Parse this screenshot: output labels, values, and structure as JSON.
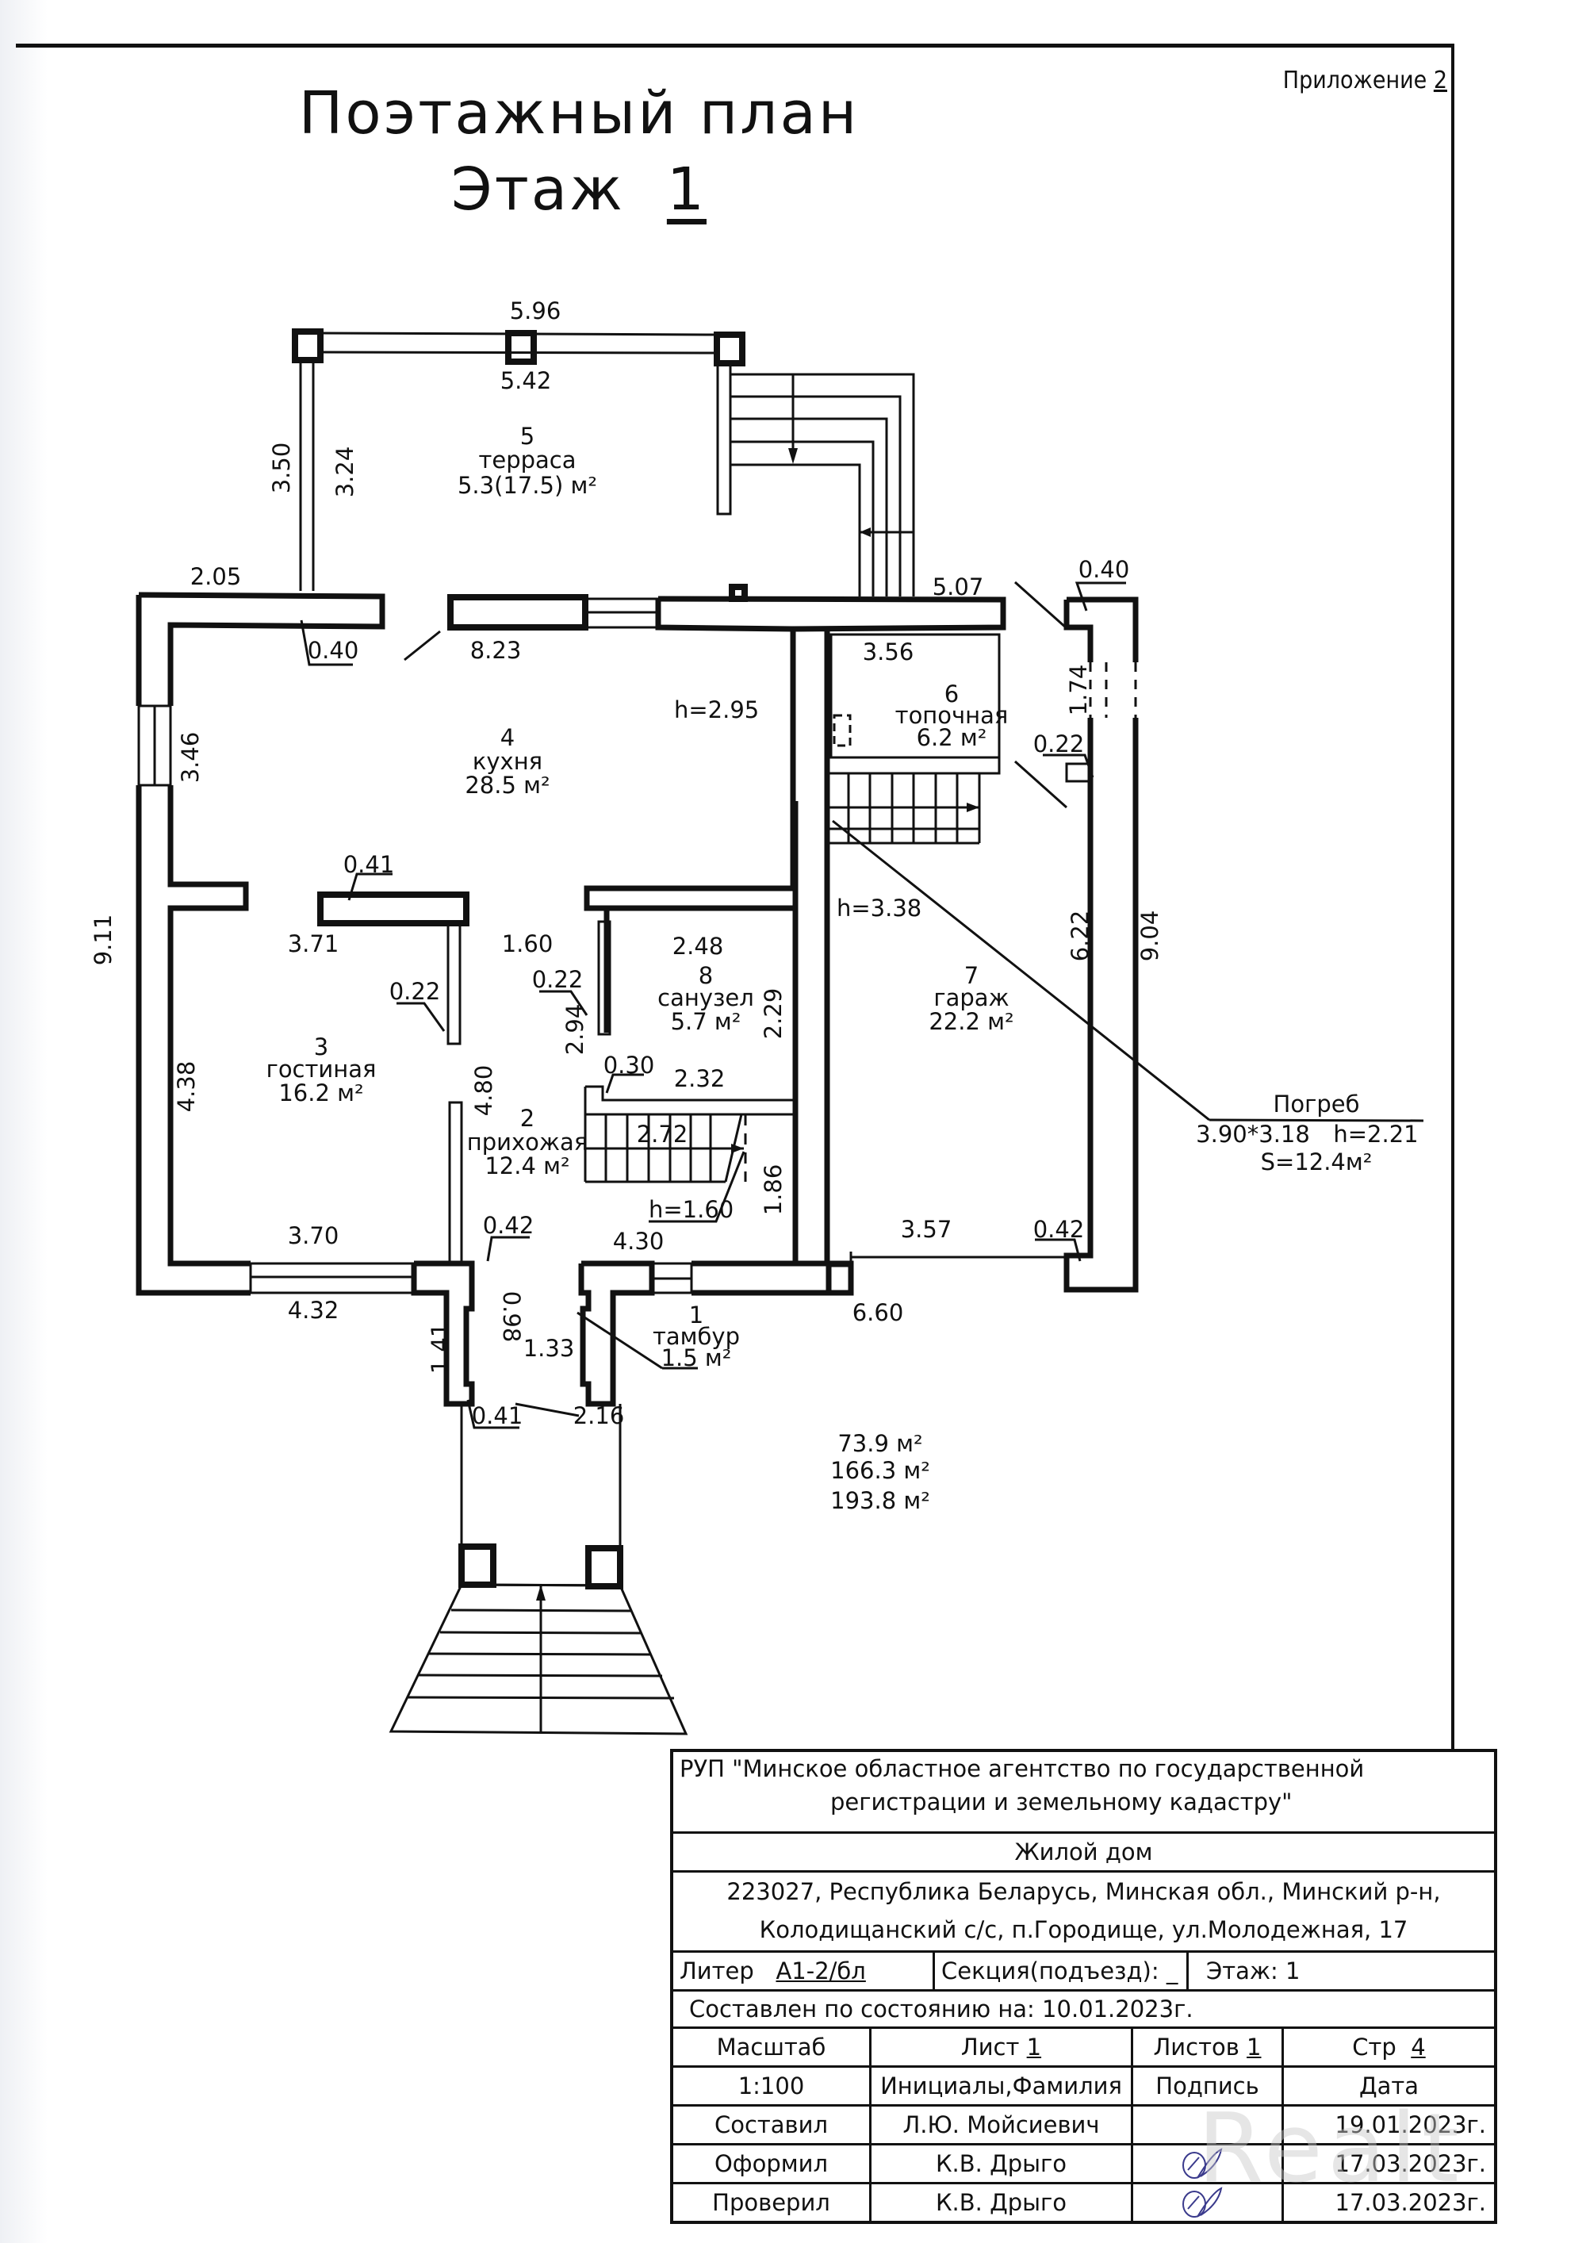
{
  "annex": {
    "label": "Приложение",
    "number": "2"
  },
  "title": {
    "line1": "Поэтажный план",
    "floor_label": "Этаж",
    "floor_number": "1"
  },
  "rooms": [
    {
      "num": "1",
      "name": "тамбур",
      "area": "1.5 м²"
    },
    {
      "num": "2",
      "name": "прихожая",
      "area": "12.4 м²"
    },
    {
      "num": "3",
      "name": "гостиная",
      "area": "16.2 м²"
    },
    {
      "num": "4",
      "name": "кухня",
      "area": "28.5 м²"
    },
    {
      "num": "5",
      "name": "терраса",
      "area": "5.3(17.5) м²"
    },
    {
      "num": "6",
      "name": "топочная",
      "area": "6.2 м²"
    },
    {
      "num": "7",
      "name": "гараж",
      "area": "22.2 м²"
    },
    {
      "num": "8",
      "name": "санузел",
      "area": "5.7 м²"
    }
  ],
  "heights": {
    "kitchen": "h=2.95",
    "garage": "h=3.38",
    "stair": "h=1.60"
  },
  "cellar": {
    "label": "Погреб",
    "dims": "3.90*3.18",
    "height": "h=2.21",
    "area": "S=12.4м²"
  },
  "dimensions": {
    "terrace_outer_top": "5.96",
    "terrace_inner_top": "5.42",
    "terrace_outer_left": "3.50",
    "terrace_inner_left": "3.24",
    "left_top": "2.05",
    "wall_040_a": "0.40",
    "kitchen_width": "8.23",
    "kitchen_height": "3.46",
    "right_top": "5.07",
    "boiler_width": "3.56",
    "wall_040_b": "0.40",
    "opening_174": "1.74",
    "wall_022_c": "0.22",
    "wall_041_a": "0.41",
    "living_width": "3.71",
    "wall_022_a": "0.22",
    "corridor_160": "1.60",
    "wall_022_b": "0.22",
    "bath_width": "2.48",
    "bath_height": "2.29",
    "hall_294": "2.94",
    "wall_030": "0.30",
    "stair_232": "2.32",
    "stair_272": "2.72",
    "dim_186": "1.86",
    "total_height_left": "9.11",
    "living_height": "4.38",
    "hall_480": "4.80",
    "garage_height": "6.22",
    "total_height_right": "9.04",
    "living_bottom_inner": "3.70",
    "living_bottom_outer": "4.32",
    "wall_042_a": "0.42",
    "hall_bottom": "4.30",
    "garage_bottom": "3.57",
    "wall_042_b": "0.42",
    "garage_outer": "6.60",
    "porch_141": "1.41",
    "porch_098": "0.98",
    "porch_133": "1.33",
    "wall_041_b": "0.41",
    "porch_216": "2.16"
  },
  "totals": [
    "73.9 м²",
    "166.3 м²",
    "193.8 м²"
  ],
  "stamp": {
    "org_line1": "РУП \"Минское областное агентство по государственной",
    "org_line2": "регистрации и земельному кадастру\"",
    "object": "Жилой дом",
    "address_line1": "223027, Республика Беларусь, Минская обл., Минский р-н,",
    "address_line2": "Колодищанский с/с, п.Городище, ул.Молодежная, 17",
    "liter_label": "Литер",
    "liter_value": "А1-2/бл",
    "section_label": "Секция(подъезд):",
    "section_value": "_",
    "floor_label": "Этаж:",
    "floor_value": "1",
    "state_date": "Составлен по состоянию на: 10.01.2023г.",
    "scale_label": "Масштаб",
    "sheet_label": "Лист",
    "sheet_value": "1",
    "sheets_label": "Листов",
    "sheets_value": "1",
    "page_label": "Стр",
    "page_value": "4",
    "scale_value": "1:100",
    "col_name": "Инициалы,Фамилия",
    "col_sign": "Подпись",
    "col_date": "Дата",
    "rows": [
      {
        "role": "Составил",
        "name": "Л.Ю. Мойсиевич",
        "signature": "",
        "date": "19.01.2023г."
      },
      {
        "role": "Оформил",
        "name": "К.В. Дрыго",
        "signature": "подпись",
        "date": "17.03.2023г."
      },
      {
        "role": "Проверил",
        "name": "К.В. Дрыго",
        "signature": "подпись",
        "date": "17.03.2023г."
      }
    ]
  },
  "watermark": "Realt"
}
